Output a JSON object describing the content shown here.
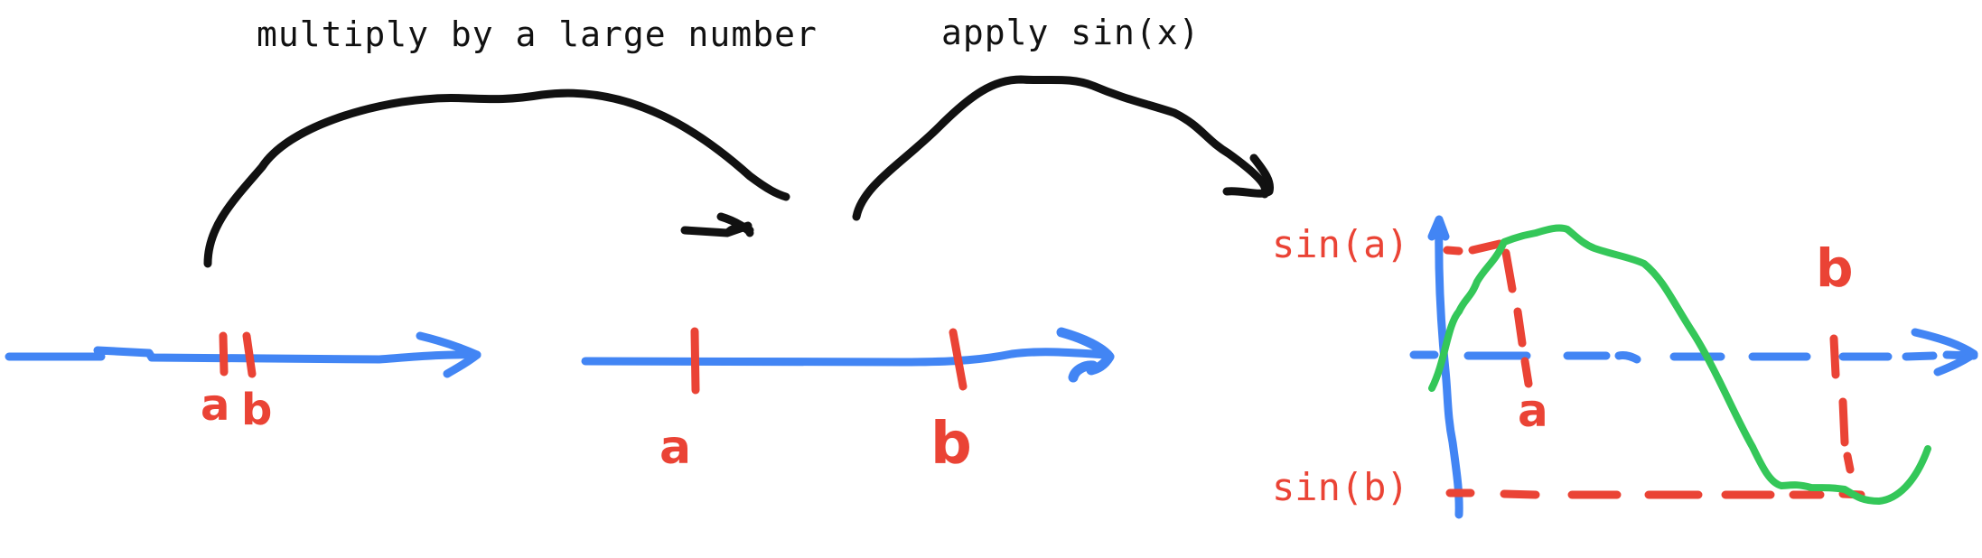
{
  "captions": {
    "step1": "multiply by a large number",
    "step2": "apply sin(x)"
  },
  "number_line_1": {
    "labels": [
      "a",
      "b"
    ]
  },
  "number_line_2": {
    "labels": [
      "a",
      "b"
    ]
  },
  "sine_graph": {
    "y_labels": {
      "top": "sin(a)",
      "bottom": "sin(b)"
    },
    "x_labels": [
      "a",
      "b"
    ]
  },
  "colors": {
    "ink": "#111111",
    "axis": "#4285f4",
    "marks": "#ea4335",
    "curve": "#34c759",
    "background": "#ffffff"
  }
}
